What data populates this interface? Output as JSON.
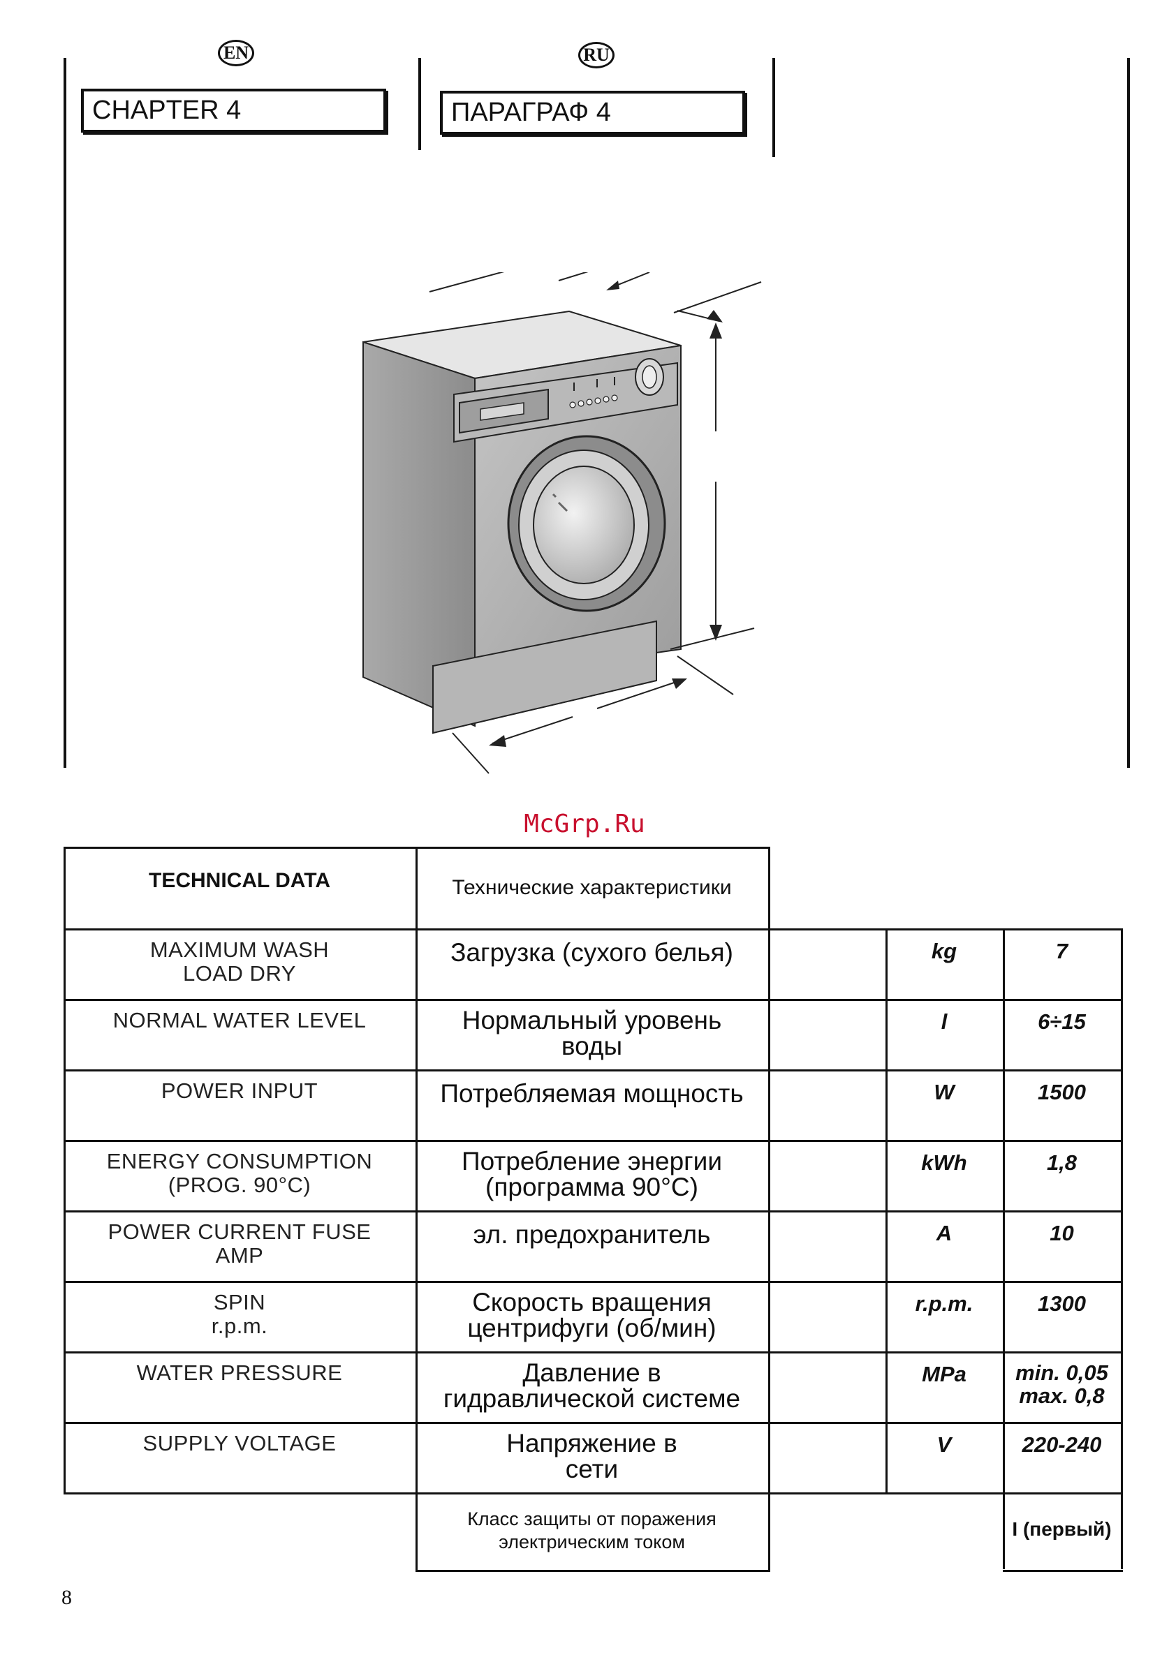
{
  "header": {
    "lang_en": "EN",
    "lang_ru": "RU",
    "chapter_en": "CHAPTER 4",
    "chapter_ru": "ПАРАГРАФ 4"
  },
  "watermark": "McGrp.Ru",
  "table": {
    "header_en": "TECHNICAL DATA",
    "header_ru": "Технические характеристики",
    "rows": [
      {
        "en": "MAXIMUM WASH\nLOAD DRY",
        "ru": "Загрузка (сухого белья)",
        "unit": "kg",
        "value": "7"
      },
      {
        "en": "NORMAL WATER LEVEL",
        "ru": "Нормальный уровень\nводы",
        "unit": "l",
        "value": "6÷15"
      },
      {
        "en": "POWER INPUT",
        "ru": "Потребляемая мощность",
        "unit": "W",
        "value": "1500"
      },
      {
        "en": "ENERGY CONSUMPTION\n(PROG. 90°C)",
        "ru": "Потребление энергии\n(программа 90°C)",
        "unit": "kWh",
        "value": "1,8"
      },
      {
        "en": "POWER CURRENT FUSE\nAMP",
        "ru": "эл. предохранитель",
        "unit": "A",
        "value": "10"
      },
      {
        "en": "SPIN\nr.p.m.",
        "ru": "Скорость вращения\nцентрифуги (об/мин)",
        "unit": "r.p.m.",
        "value": "1300"
      },
      {
        "en": "WATER PRESSURE",
        "ru": "Давление в\nгидравлической системе",
        "unit": "MPa",
        "value": "min. 0,05\nmax. 0,8"
      },
      {
        "en": "SUPPLY VOLTAGE",
        "ru": "Напряжение в\nсети",
        "unit": "V",
        "value": "220-240"
      }
    ],
    "protection_ru": "Класс защиты от поражения\nэлектрическим током",
    "protection_value": "I (первый)"
  },
  "page_number": "8"
}
